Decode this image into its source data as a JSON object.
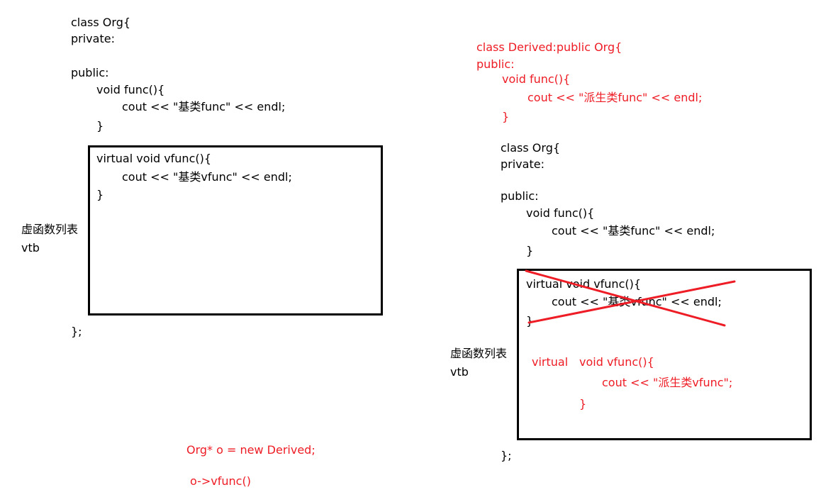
{
  "left_panel": {
    "class_header": "class Org{",
    "private_label": "private:",
    "public_label": "public:",
    "func_decl": "void func(){",
    "func_body": "cout << \"基类func\" << endl;",
    "func_close": "}",
    "vfunc_decl": "virtual void vfunc(){",
    "vfunc_body": "cout << \"基类vfunc\" << endl;",
    "vfunc_close": "}",
    "class_close": "};",
    "vtable_label": "虚函数列表",
    "vtb_label": "vtb"
  },
  "bottom_code": {
    "line1": "Org* o = new Derived;",
    "line2": "o->vfunc()"
  },
  "right_panel": {
    "derived_header": "class Derived:public Org{",
    "derived_public": "public:",
    "derived_func_decl": "void func(){",
    "derived_func_body": "cout << \"派生类func\" << endl;",
    "derived_func_close": "}",
    "class_header": "class Org{",
    "private_label": "private:",
    "public_label": "public:",
    "func_decl": "void func(){",
    "func_body": "cout << \"基类func\" << endl;",
    "func_close": "}",
    "crossed_vfunc_decl": "virtual void vfunc(){",
    "crossed_vfunc_body": "cout << \"基类vfunc\" << endl;",
    "crossed_vfunc_close": "}",
    "derived_vfunc_virtual": "virtual",
    "derived_vfunc_decl": "void vfunc(){",
    "derived_vfunc_body": "cout << \"派生类vfunc\";",
    "derived_vfunc_close": "}",
    "class_close": "};",
    "vtable_label": "虚函数列表",
    "vtb_label": "vtb"
  },
  "colors": {
    "accent_red": "#ee1c25",
    "text": "#000000"
  }
}
